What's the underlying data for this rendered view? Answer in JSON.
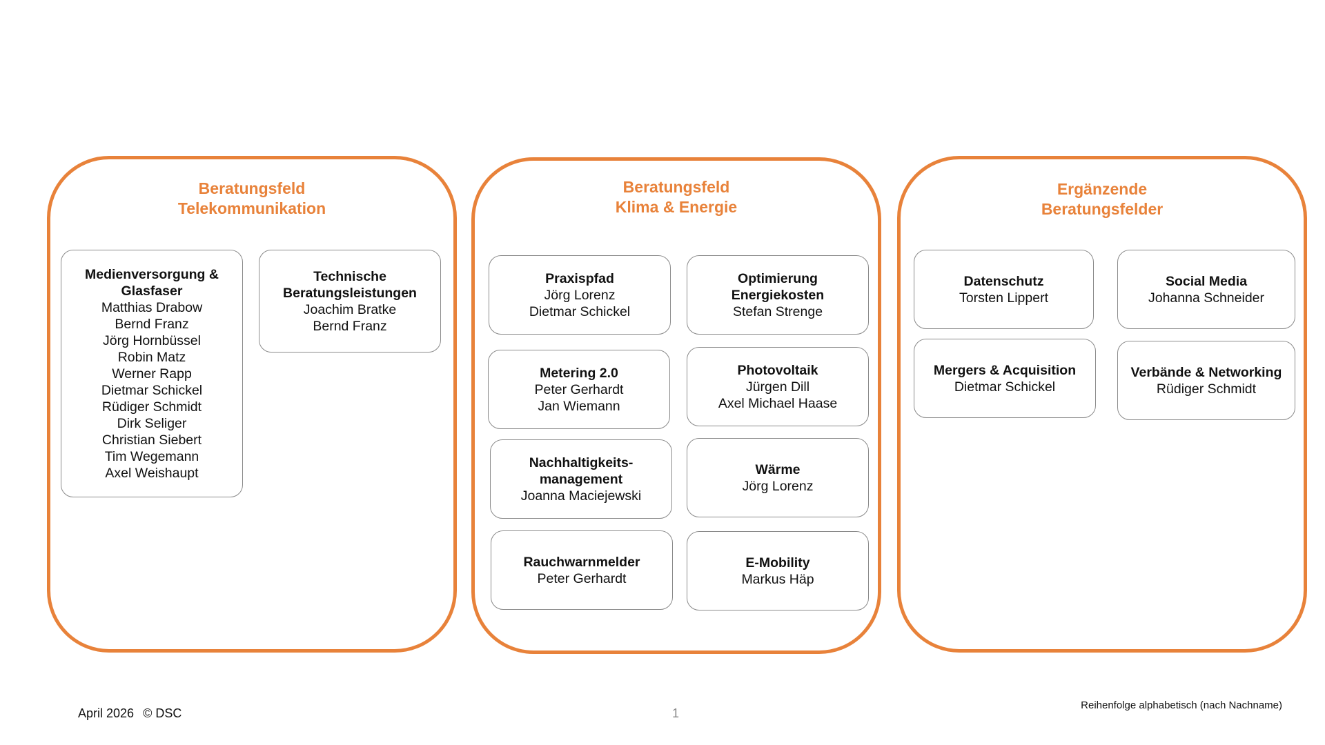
{
  "fields": [
    {
      "title": [
        "Beratungsfeld",
        "Telekommunikation"
      ],
      "boxes": [
        {
          "title": [
            "Medienversorgung &",
            "Glasfaser"
          ],
          "people": [
            "Matthias Drabow",
            "Bernd Franz",
            "Jörg Hornbüssel",
            "Robin Matz",
            "Werner Rapp",
            "Dietmar Schickel",
            "Rüdiger Schmidt",
            "Dirk Seliger",
            "Christian Siebert",
            "Tim Wegemann",
            "Axel Weishaupt"
          ]
        },
        {
          "title": [
            "Technische",
            "Beratungsleistungen"
          ],
          "people": [
            "Joachim Bratke",
            "Bernd Franz"
          ]
        }
      ]
    },
    {
      "title": [
        "Beratungsfeld",
        "Klima & Energie"
      ],
      "boxes": [
        {
          "title": [
            "Praxispfad"
          ],
          "people": [
            "Jörg Lorenz",
            "Dietmar Schickel"
          ]
        },
        {
          "title": [
            "Optimierung",
            "Energiekosten"
          ],
          "people": [
            "Stefan Strenge"
          ]
        },
        {
          "title": [
            "Metering 2.0"
          ],
          "people": [
            "Peter Gerhardt",
            "Jan Wiemann"
          ]
        },
        {
          "title": [
            "Photovoltaik"
          ],
          "people": [
            "Jürgen Dill",
            "Axel Michael Haase"
          ]
        },
        {
          "title": [
            "Nachhaltigkeits-",
            "management"
          ],
          "people": [
            "Joanna Maciejewski"
          ]
        },
        {
          "title": [
            "Wärme"
          ],
          "people": [
            "Jörg Lorenz"
          ]
        },
        {
          "title": [
            "Rauchwarnmelder"
          ],
          "people": [
            "Peter Gerhardt"
          ]
        },
        {
          "title": [
            "E-Mobility"
          ],
          "people": [
            "Markus Häp"
          ]
        }
      ]
    },
    {
      "title": [
        "Ergänzende",
        "Beratungsfelder"
      ],
      "boxes": [
        {
          "title": [
            "Datenschutz"
          ],
          "people": [
            "Torsten Lippert"
          ]
        },
        {
          "title": [
            "Social Media"
          ],
          "people": [
            "Johanna Schneider"
          ]
        },
        {
          "title": [
            "Mergers & Acquisition"
          ],
          "people": [
            "Dietmar Schickel"
          ]
        },
        {
          "title": [
            "Verbände & Networking"
          ],
          "people": [
            "Rüdiger Schmidt"
          ]
        }
      ]
    }
  ],
  "footer": {
    "date": "April 2026",
    "copyright": "© DSC",
    "page_number": "1",
    "note": "Reihenfolge alphabetisch (nach Nachname)"
  },
  "colors": {
    "accent": "#e8823a",
    "box_border": "#8a8a8a"
  }
}
